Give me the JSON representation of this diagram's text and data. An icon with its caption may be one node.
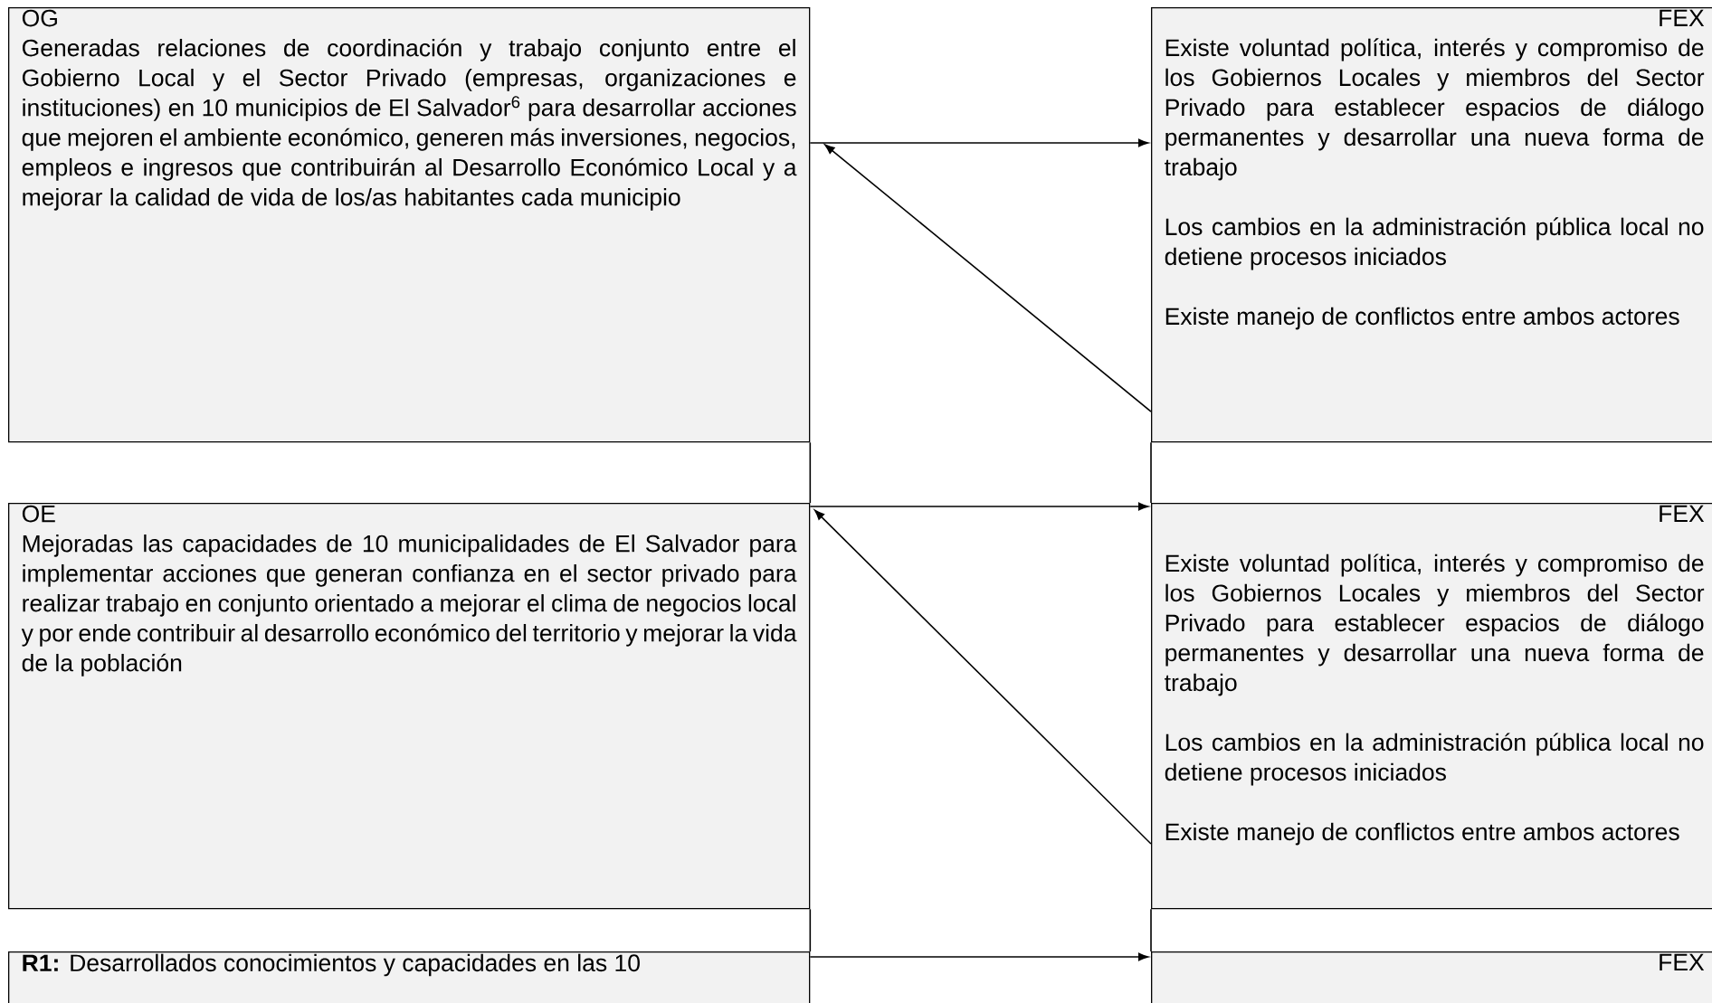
{
  "diagram": {
    "nodes": [
      {
        "text": [
          "OG",
          "Generadas relaciones de coordinación y trabajo conjunto entre el Gobierno Local y el Sector Privado (empresas, organizaciones e instituciones) en 10 municipios de El Salvador$^{6}$ para desarrollar acciones que mejoren el ambiente económico, generen más inversiones, negocios, empleos e ingresos que contribuirán al Desarrollo Económico Local y a mejorar la calidad de vida de los/as habitantes cada municipio"
        ]
      },
      {
        "text": [
          "FEX",
          "Existe voluntad política, interés y compromiso de los Gobiernos Locales y miembros del Sector Privado para establecer espacios de diálogo permanentes y desarrollar una nueva forma de trabajo",
          "Los cambios en la administración pública local no detiene procesos iniciados",
          "Existe manejo de conflictos entre ambos actores"
        ]
      },
      {
        "text": [
          "OE",
          "Mejoradas las capacidades de 10 municipalidades de El Salvador para implementar acciones que generan confianza en el sector privado para realizar trabajo en conjunto orientado a mejorar el clima de negocios local y por ende contribuir al desarrollo económico del territorio y mejorar la vida de la población"
        ]
      },
      {
        "text": [
          "FEX",
          "Existe voluntad política, interés y compromiso de los Gobiernos Locales y miembros del Sector Privado para establecer espacios de diálogo permanentes y desarrollar una nueva forma de trabajo",
          "Los cambios en la administración pública local no detiene procesos iniciados",
          "Existe manejo de conflictos entre ambos actores"
        ]
      },
      {
        "text": [
          "**R1:** Desarrollados conocimientos y capacidades en las 10"
        ]
      },
      {
        "text": [
          "FEX"
        ]
      }
    ],
    "edges": [
      {
        "from": 0,
        "to": 1,
        "arrow": "to"
      },
      {
        "from": 1,
        "to": 0,
        "arrow": "to"
      },
      {
        "from": 0,
        "to": 2,
        "arrow": "none"
      },
      {
        "from": 1,
        "to": 3,
        "arrow": "none"
      },
      {
        "from": 2,
        "to": 3,
        "arrow": "to"
      },
      {
        "from": 3,
        "to": 2,
        "arrow": "to"
      },
      {
        "from": 2,
        "to": 4,
        "arrow": "none"
      },
      {
        "from": 3,
        "to": 5,
        "arrow": "none"
      },
      {
        "from": 4,
        "to": 5,
        "arrow": "to"
      }
    ]
  }
}
